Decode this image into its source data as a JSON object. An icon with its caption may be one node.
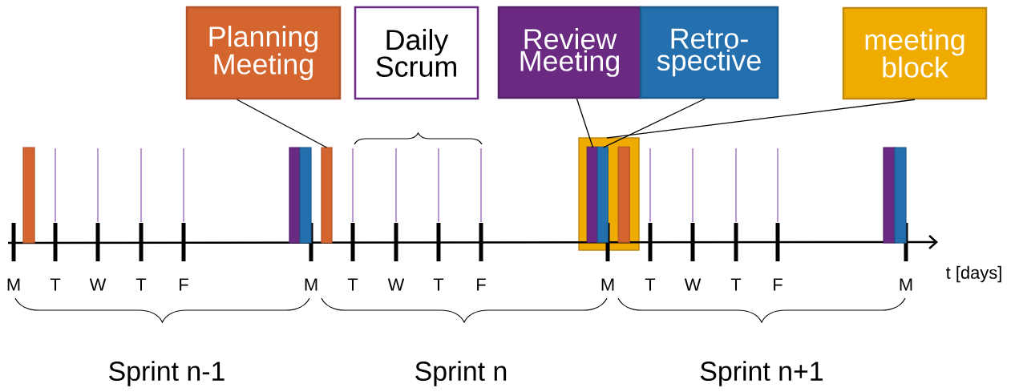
{
  "diagram": {
    "nodes": [
      {
        "text": [
          "Planning Meeting"
        ]
      },
      {
        "text": [
          "Daily Scrum"
        ]
      },
      {
        "text": [
          "Review Meeting"
        ]
      },
      {
        "text": [
          "Retro- spective"
        ]
      },
      {
        "text": [
          "meeting block"
        ]
      },
      {
        "text": [],
        "shape": "bar"
      },
      {
        "text": [],
        "shape": "bar"
      },
      {
        "text": [],
        "shape": "bar"
      },
      {
        "text": [],
        "shape": "bar"
      },
      {
        "text": [],
        "shape": "box"
      },
      {
        "text": [],
        "shape": "bar",
        "in": 9
      },
      {
        "text": [],
        "shape": "bar",
        "in": 9
      },
      {
        "text": [],
        "shape": "bar",
        "in": 9
      },
      {
        "text": [],
        "shape": "bar"
      },
      {
        "text": [],
        "shape": "bar"
      }
    ],
    "edges": [
      {
        "from": 0,
        "to": 8,
        "arrow": "none"
      },
      {
        "from": 2,
        "to": 10,
        "arrow": "none"
      },
      {
        "from": 3,
        "to": 11,
        "arrow": "none"
      },
      {
        "from": 4,
        "to": 9,
        "arrow": "none"
      }
    ],
    "labels": [
      "M",
      "T",
      "W",
      "T",
      "F",
      "M",
      "T",
      "W",
      "T",
      "F",
      "M",
      "T",
      "W",
      "T",
      "F",
      "M",
      "t [days]",
      "Sprint n-1",
      "Sprint n",
      "Sprint n+1"
    ]
  }
}
